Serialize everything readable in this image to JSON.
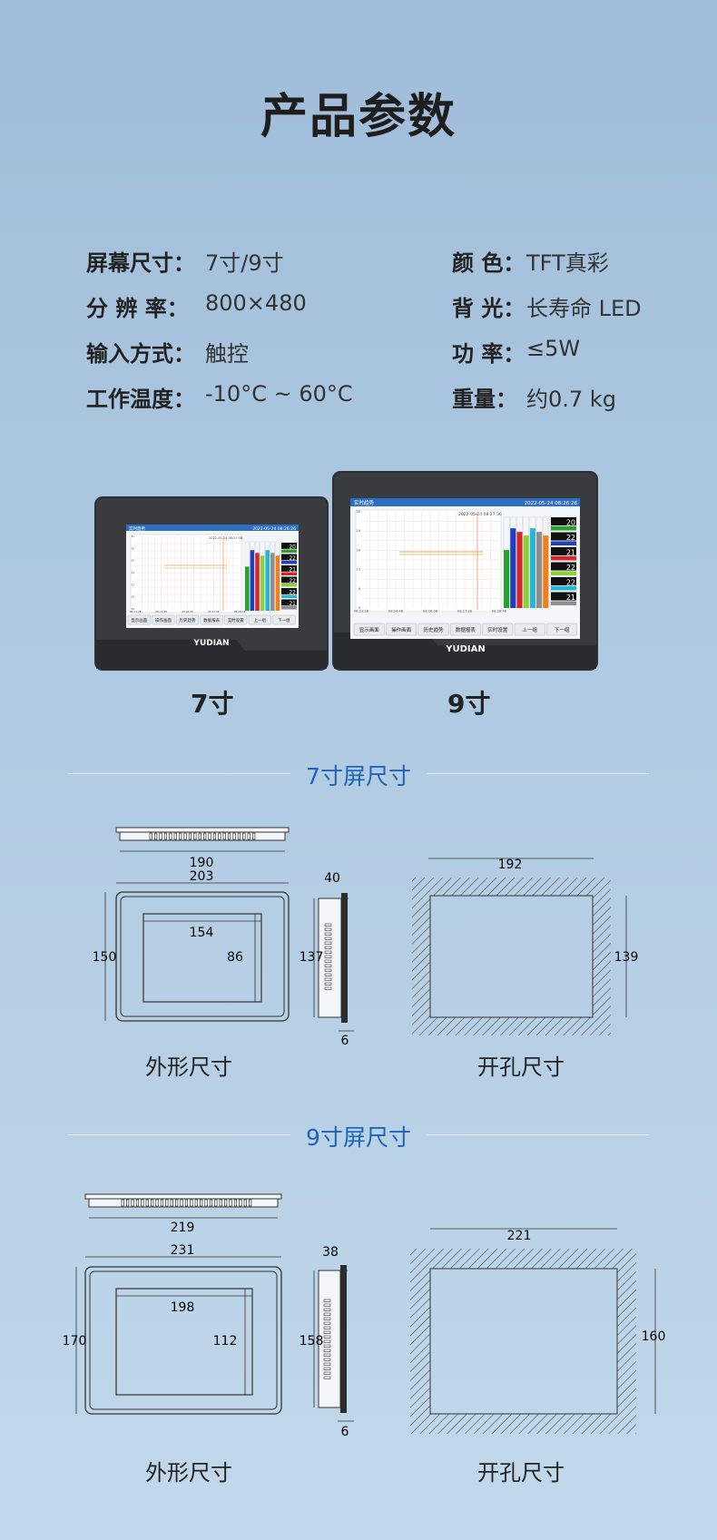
{
  "title": "产品参数",
  "specs": {
    "screen_size": {
      "label": "屏幕尺寸：",
      "value": "7寸/9寸"
    },
    "resolution": {
      "label": "分 辨 率：",
      "value": "800×480"
    },
    "input": {
      "label": "输入方式：",
      "value": "触控"
    },
    "temp": {
      "label": "工作温度：",
      "value": "-10°C ~ 60°C"
    },
    "color": {
      "label": "颜 色：",
      "value": "TFT真彩"
    },
    "backlight": {
      "label": "背 光：",
      "value": "长寿命 LED"
    },
    "power": {
      "label": "功 率：",
      "value": "≤5W"
    },
    "weight": {
      "label": "重量：",
      "value": "约0.7 kg"
    }
  },
  "products": {
    "small_label": "7寸",
    "large_label": "9寸",
    "brand": "YUDIAN",
    "screen_7": {
      "header_left": "实时趋势",
      "header_right": "2022-05-24 08:26:26",
      "chart_stamp": "2022-05-24 08:27:36",
      "buttons": [
        "显示画面",
        "操作画面",
        "历史趋势",
        "数据报表",
        "实时设置",
        "上一组",
        "下一组"
      ],
      "values": [
        "20",
        "22",
        "21",
        "22",
        "22",
        "21"
      ],
      "xticks": [
        "08:23:28",
        "08:24:48",
        "08:26:08",
        "08:27:28",
        "08:28:48"
      ],
      "yticks": [
        "30",
        "28",
        "26",
        "24",
        "22",
        "20",
        "18"
      ],
      "bars": [
        16,
        22,
        21,
        20,
        22,
        21,
        20
      ]
    },
    "screen_9": {
      "header_left": "实时趋势",
      "header_right": "2022-05-24 08:26:26",
      "chart_stamp": "2022-05-24 08:27:36",
      "buttons": [
        "显示画面",
        "操作画面",
        "历史趋势",
        "数据报表",
        "实时设置",
        "上一组",
        "下一组"
      ],
      "values": [
        "20",
        "22",
        "21",
        "22",
        "22",
        "21"
      ],
      "xticks": [
        "08:23:28",
        "08:24:48",
        "08:26:08",
        "08:27:28",
        "08:28:48"
      ],
      "yticks": [
        "30",
        "24",
        "18",
        "12",
        "6",
        "0"
      ],
      "bars": [
        16,
        22,
        21,
        20,
        22,
        21,
        20
      ]
    }
  },
  "section7": {
    "title": "7寸屏尺寸",
    "top_width": "190",
    "outer_width": "203",
    "inner_width": "154",
    "outer_height": "150",
    "inner_height": "86",
    "depth": "40",
    "side_height": "137",
    "bezel": "6",
    "cut_width": "192",
    "cut_height": "139",
    "caption_outline": "外形尺寸",
    "caption_cutout": "开孔尺寸"
  },
  "section9": {
    "title": "9寸屏尺寸",
    "top_width": "219",
    "outer_width": "231",
    "inner_width": "198",
    "outer_height": "170",
    "inner_height": "112",
    "depth": "38",
    "side_height": "158",
    "bezel": "6",
    "cut_width": "221",
    "cut_height": "160",
    "caption_outline": "外形尺寸",
    "caption_cutout": "开孔尺寸"
  },
  "colors": {
    "accent": "#1d63b8",
    "device": "#2f3033",
    "bar_colors": [
      "#27a22b",
      "#1f3fbf",
      "#d6262b",
      "#8dd13a",
      "#27b6d4",
      "#8f8f8f",
      "#f07f1f"
    ]
  }
}
